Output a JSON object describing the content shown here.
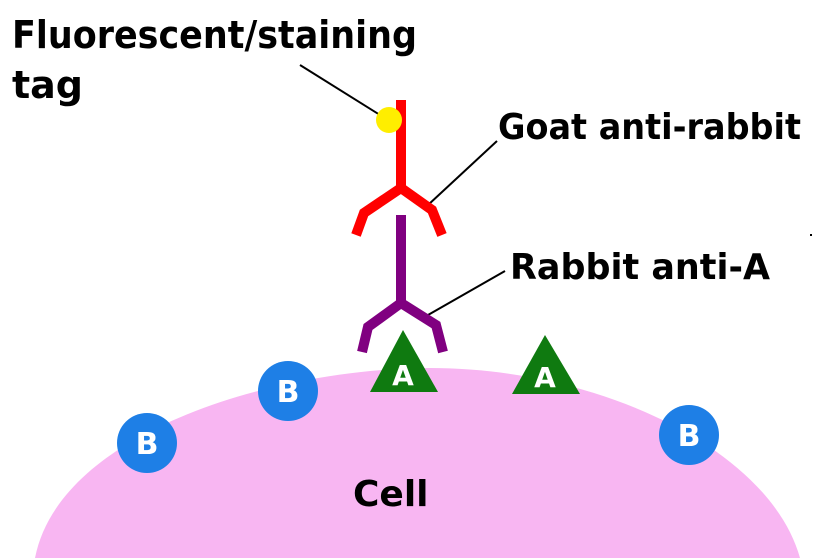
{
  "labels": {
    "tag_line1": "Fluorescent/staining",
    "tag_line2": "tag",
    "goat": "Goat anti-rabbit",
    "rabbit": "Rabbit anti-A",
    "cell": "Cell"
  },
  "antigen_a": "A",
  "antigen_b": "B",
  "colors": {
    "cell": "#f8b6f2",
    "goat_antibody": "#ff0000",
    "rabbit_antibody": "#800080",
    "antigen_a": "#0f7a10",
    "antigen_b": "#1e7fe6",
    "tag": "#ffee00"
  }
}
